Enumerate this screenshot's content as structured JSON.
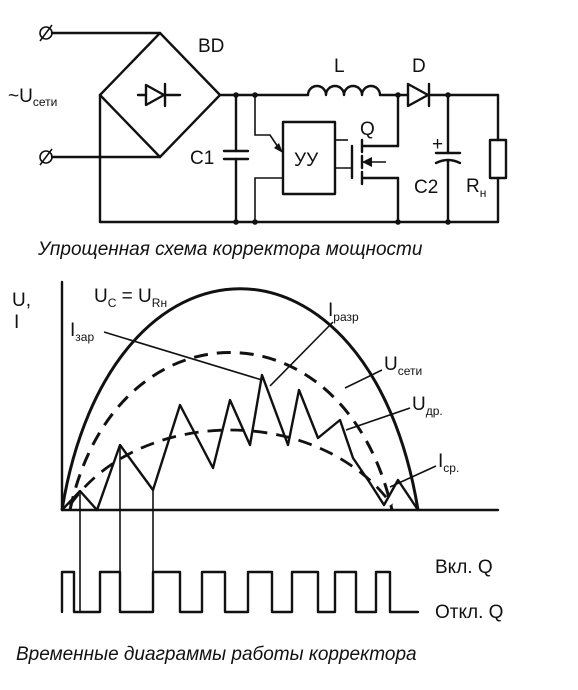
{
  "schematic": {
    "labels": {
      "bridge": "BD",
      "inductor": "L",
      "diode": "D",
      "switch": "Q",
      "controller": "УУ",
      "cap_in": "C1",
      "cap_out": "C2",
      "mains_tilde": "~U",
      "mains_sub": "сети",
      "load_main": "R",
      "load_sub": "н",
      "plus": "+"
    },
    "caption": "Упрощенная схема корректора мощности"
  },
  "timing": {
    "axis_u": "U,",
    "axis_i": "I",
    "cond_u1": "U",
    "cond_sub1": "C",
    "cond_eq": " = U",
    "cond_sub2": "Rн",
    "i_zar": "I",
    "i_zar_sub": "зар",
    "i_razr": "I",
    "i_razr_sub": "разр",
    "u_mains": "U",
    "u_mains_sub": "сети",
    "u_dr": "U",
    "u_dr_sub": "др.",
    "i_avg": "I",
    "i_avg_sub": "ср.",
    "on_label": "Вкл. Q",
    "off_label": "Откл. Q",
    "caption": "Временные диаграммы работы корректора"
  }
}
